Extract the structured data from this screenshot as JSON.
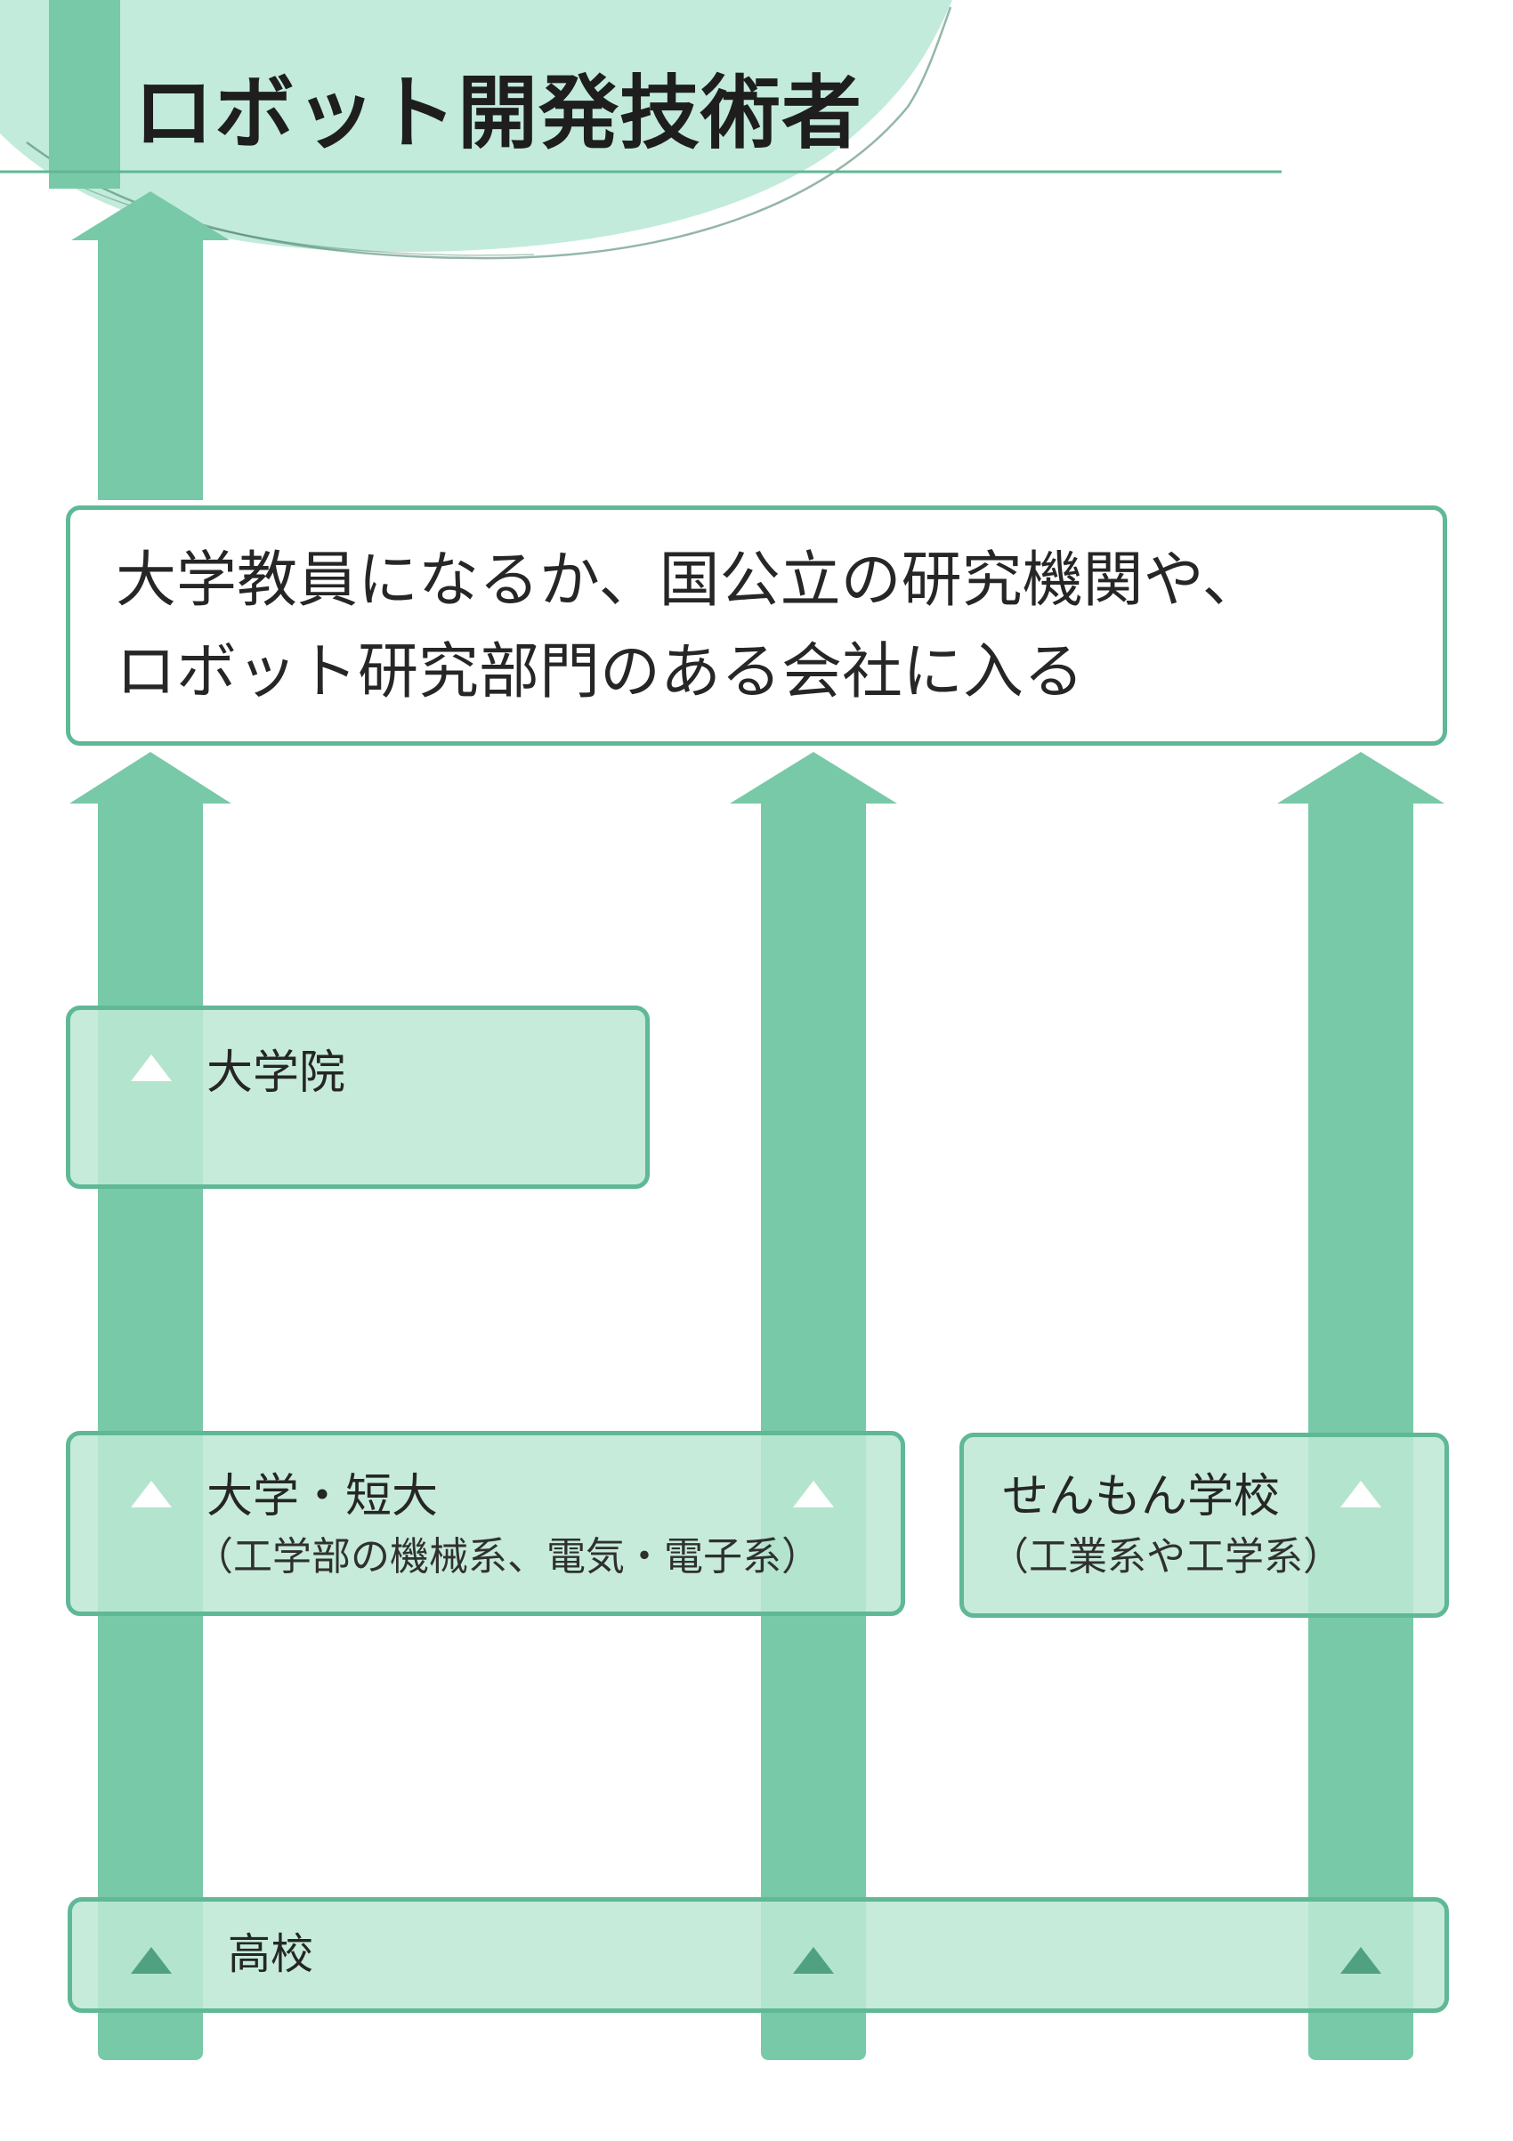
{
  "title": "ロボット開発技術者",
  "goal": {
    "line1": "大学教員になるか、国公立の研究機関や、",
    "line2": "ロボット研究部門のある会社に入る"
  },
  "stages": {
    "graduate_school": {
      "label": "大学院"
    },
    "university": {
      "label": "大学・短大",
      "sub": "（工学部の機械系、電気・電子系）"
    },
    "vocational": {
      "label": "せんもん学校",
      "sub": "（工業系や工学系）"
    },
    "high_school": {
      "label": "高校"
    }
  },
  "colors": {
    "arrow": "#78c9a8",
    "box_border": "#5fb896",
    "box_fill": "#bde8d4",
    "header_circle": "#c3ebdb",
    "triangle_dark": "#4fa182"
  }
}
